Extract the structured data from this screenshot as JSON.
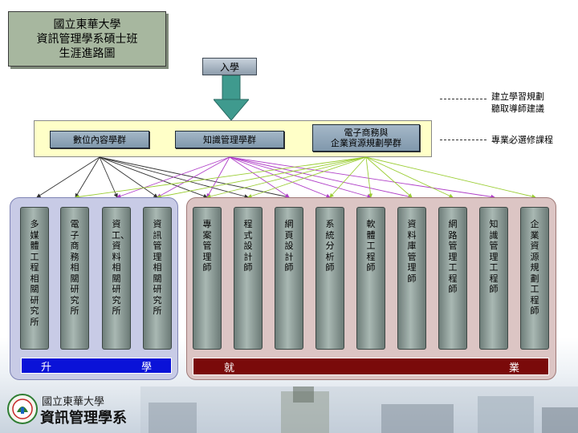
{
  "title": {
    "line1": "國立東華大學",
    "line2": "資訊管理學系碩士班",
    "line3": "生涯進路圖"
  },
  "entry_label": "入學",
  "groups": [
    {
      "line1": "數位內容學群",
      "line2": ""
    },
    {
      "line1": "知識管理學群",
      "line2": ""
    },
    {
      "line1": "電子商務與",
      "line2": "企業資源規劃學群"
    }
  ],
  "notes": {
    "line1": "建立學習規劃",
    "line2": "聽取導師建議",
    "line3": "專業必選修課程"
  },
  "study_paths": [
    "多媒體工程相關研究所",
    "電子商務相關研究所",
    "資工、資料相關研究所",
    "資訊管理相關研究所"
  ],
  "career_paths": [
    "專案管理師",
    "程式設計師",
    "網頁設計師",
    "系統分析師",
    "軟體工程師",
    "資料庫管理師",
    "網路管理工程師",
    "知識管理工程師",
    "企業資源規劃工程師"
  ],
  "bars": {
    "study_left": "升",
    "study_right": "學",
    "job_left": "就",
    "job_right": "業"
  },
  "logo": {
    "university": "國立東華大學",
    "department": "資訊管理學系"
  },
  "colors": {
    "title_bg": "#a7b79f",
    "group_band": "#ffffc8",
    "arrow_teal": "#3f9a8e",
    "study_panel": "#c8cbe6",
    "job_panel": "#dcc5c4",
    "study_bar": "#0a12d8",
    "job_bar": "#7a0a0a",
    "link_purple": "#b040c8",
    "link_green": "#9acd32",
    "link_dark": "#333333"
  }
}
